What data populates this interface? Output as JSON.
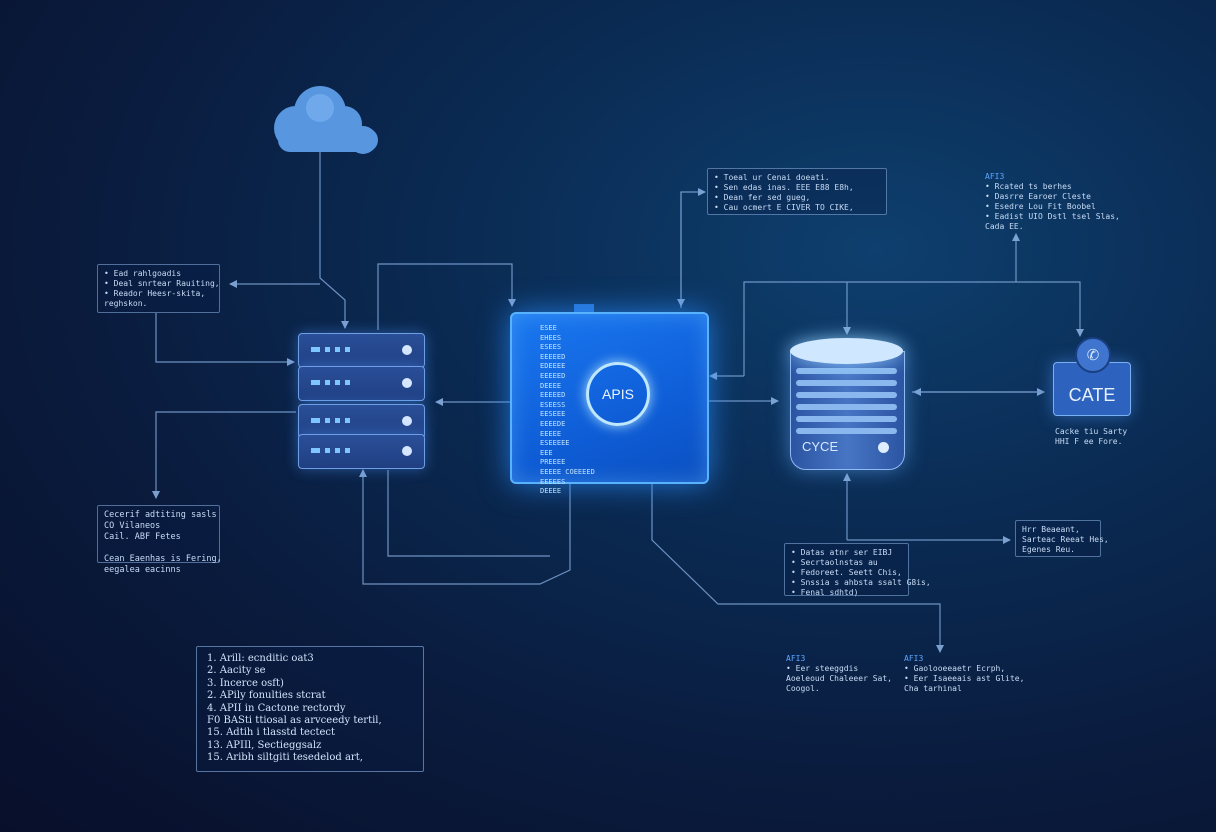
{
  "hub": {
    "label": "APIS",
    "code_lines": [
      "ESEE",
      "EHEES",
      "ESEES",
      "EEEEED",
      "EDEEEE",
      "EEEEED",
      "DEEEE",
      "EEEEED",
      "ESEESS",
      "EESEEE",
      "EEEEDE",
      "EEEEE",
      "ESEEEEE",
      "EEE",
      "PREEEE",
      "EEEEE COEEEED",
      "EEEEES",
      "DEEEE"
    ]
  },
  "database": {
    "label": "CYCE"
  },
  "contact_box": {
    "label": "CATE",
    "icon": "phone-icon"
  },
  "cloud": {
    "icon": "cloud-icon"
  },
  "notes": {
    "top_left": [
      "• Ead rahlgoadis",
      "• Deal snrtear Rauiting,",
      "• Reador Heesr-skita,",
      "  reghskon."
    ],
    "top_center": [
      "• Toeal ur Cenai doeati.",
      "• Sen edas inas. EEE E88 E8h,",
      "• Dean fer sed gueg,",
      "• Cau ocmert E CIVER TO CIKE,"
    ],
    "left_mid": [
      "Cecerif adtiting sasls",
      "CO Vilaneos",
      "Cail. ABF Fetes",
      "",
      "Cean Eaenhas is Fering,",
      "eegalea eacinns"
    ],
    "right_mid": [
      "Hrr Beaeant,",
      "Sarteac Reeat Hes,",
      "Egenes Reu."
    ],
    "db_bottom": [
      "• Datas atnr ser EIBJ",
      "• Secrtaolnstas au",
      "• Fedoreet. Seett Chis,",
      "• Snssia s ahbsta ssalt G8is,",
      "• Fenal sdhtd)"
    ]
  },
  "free_text": {
    "top_right": {
      "title": "AFI3",
      "lines": [
        "• Rcated ts berhes",
        "• Dasrre Earoer Cleste",
        "• Esedre Lou Fit Boobel",
        "• Eadist UIO Dstl tsel Slas,",
        "  Cada EE."
      ]
    },
    "cate_caption": [
      "Cacke tiu Sarty",
      "HHI F ee Fore."
    ],
    "bottom_a": {
      "title": "AFI3",
      "lines": [
        "• Eer steeggdis",
        "Aoeleoud Chaleeer Sat,",
        "Coogol."
      ]
    },
    "bottom_b": {
      "title": "AFI3",
      "lines": [
        "• Gaolooeeaetr Ecrph,",
        "• Eer Isaeeais ast Glite,",
        "  Cha tarhinal"
      ]
    }
  },
  "list_box": {
    "items": [
      "1. Arill: ecnditic oat3",
      "2. Aacity se",
      "3. Incerce osft)",
      "2. APily fonulties stcrat",
      "4. APII in Cactone rectordy",
      "F0 BASti ttiosal as arvceedy tertil,",
      "15. Adtih i tlasstd tectect",
      "13. APIIl, Sectieggsalz",
      "15. Aribh siltgiti tesedelod art,"
    ]
  }
}
